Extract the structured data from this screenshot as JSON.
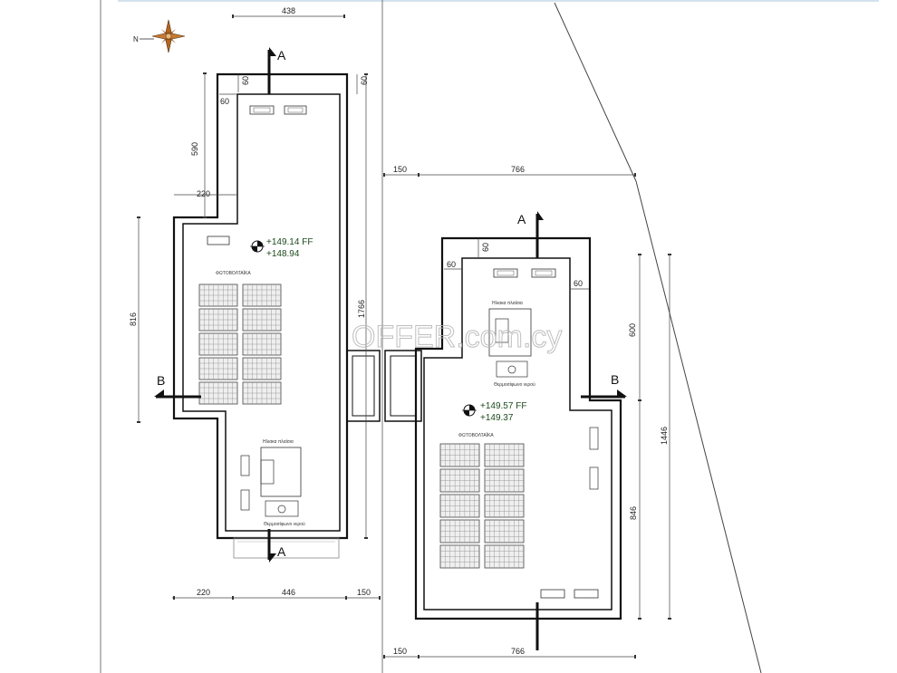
{
  "compass": {
    "north_label": "N"
  },
  "watermark": "OFFER.com.cy",
  "building_left": {
    "level_ff": "+149.14 FF",
    "level_sub": "+148.94",
    "pv_label": "ΦΩΤΟΒΟΛΤΑΪΚΑ",
    "panel_label": "Ηλιακα πλαίσια",
    "heater_label": "Θερμοσίφωνο νερού",
    "dims": {
      "top_width": "438",
      "parapet_top": "60",
      "parapet_right": "60",
      "parapet_inner": "60",
      "upper_height": "590",
      "step_width": "220",
      "lower_height": "816",
      "total_height": "1766",
      "bottom_left": "220",
      "bottom_mid": "446",
      "bottom_gap": "150"
    }
  },
  "building_right": {
    "level_ff": "+149.57 FF",
    "level_sub": "+149.37",
    "pv_label": "ΦΩΤΟΒΟΛΤΑΪΚΑ",
    "panel_label": "Ηλιακα πλαίσια",
    "heater_label": "Θερμοσίφωνο νερού",
    "dims": {
      "top_gap": "150",
      "top_width": "766",
      "parapet_top": "60",
      "parapet_left": "60",
      "parapet_right": "60",
      "upper_height": "600",
      "lower_height": "846",
      "total_height": "1446",
      "bottom_gap": "150",
      "bottom_width": "766"
    }
  },
  "sections": {
    "left_top": "A",
    "left_bottom": "A",
    "left_side": "B",
    "right_top": "A",
    "right_side": "B"
  }
}
